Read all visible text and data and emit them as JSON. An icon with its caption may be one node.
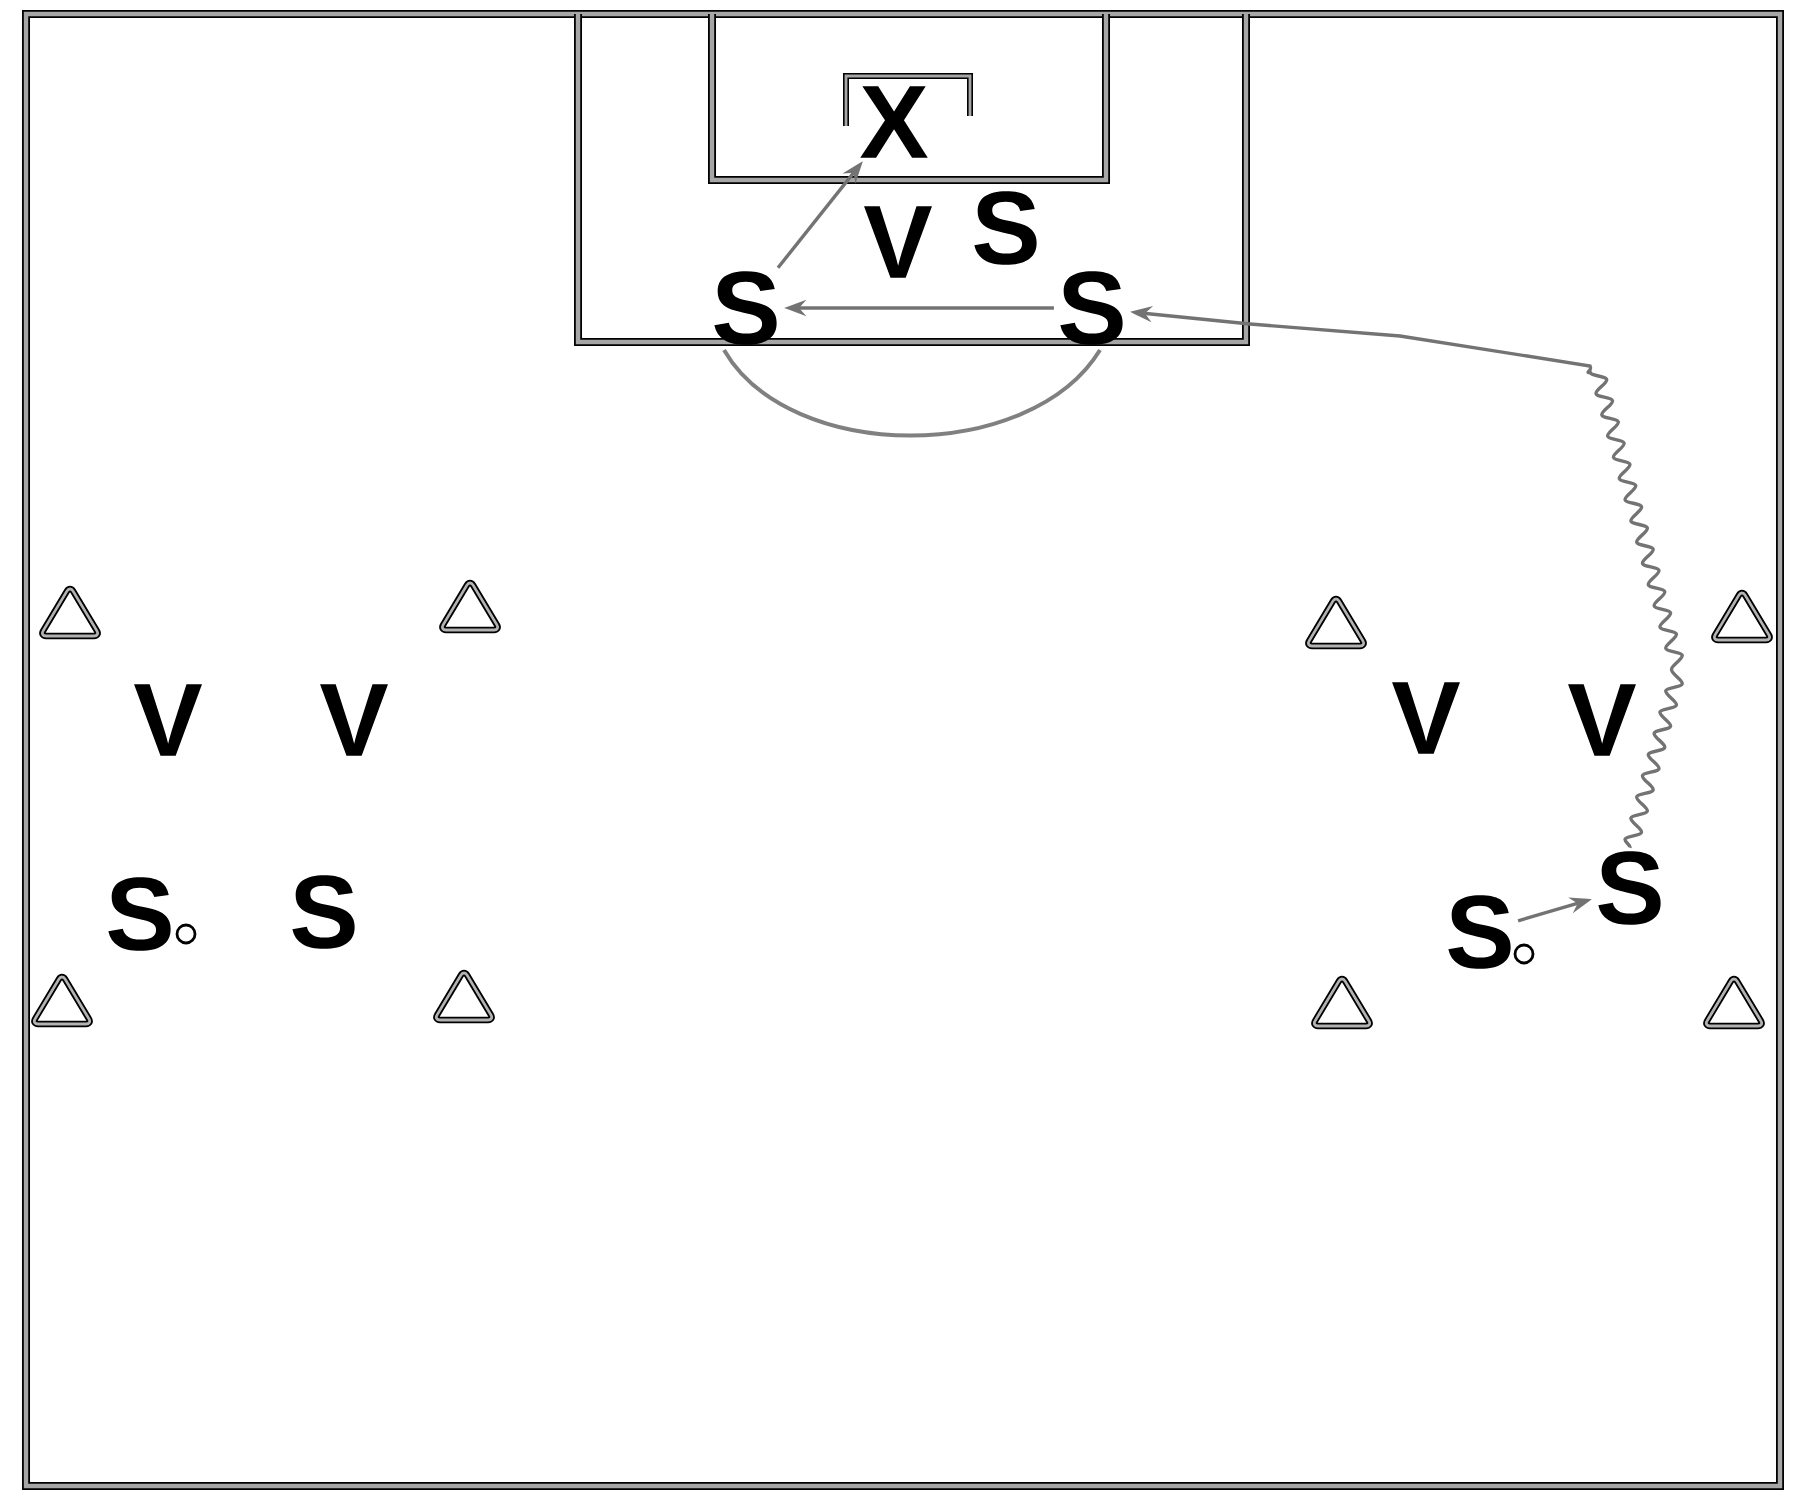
{
  "diagram": {
    "nodes": [
      {
        "text": [
          "X"
        ]
      },
      {
        "text": [
          "S"
        ]
      },
      {
        "text": [
          "S"
        ]
      },
      {
        "text": [
          "S"
        ]
      },
      {
        "text": [
          "S"
        ]
      }
    ],
    "edges": [
      {
        "from": 3,
        "to": 4,
        "arrow": "to"
      },
      {
        "from": 4,
        "to": 2,
        "arrow": "to"
      },
      {
        "from": 2,
        "to": 1,
        "arrow": "to"
      },
      {
        "from": 1,
        "to": 0,
        "arrow": "to"
      }
    ],
    "labels": [
      "V",
      "S",
      "V",
      "V",
      "V",
      "V",
      "S",
      "S"
    ]
  }
}
